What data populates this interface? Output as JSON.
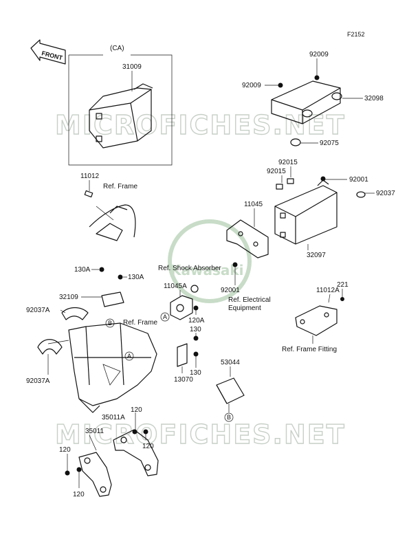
{
  "header": {
    "code": "F2152"
  },
  "badges": {
    "front": "FRONT"
  },
  "watermark": {
    "text": "MICROFICHES.NET",
    "logo_text": "Kawasaki"
  },
  "group": {
    "ca": "(CA)"
  },
  "labels": {
    "p31009": "31009",
    "p92009a": "92009",
    "p92009b": "92009",
    "p32098": "32098",
    "p92075": "92075",
    "p11012": "11012",
    "ref_frame_1": "Ref. Frame",
    "p92015a": "92015",
    "p92015b": "92015",
    "p92001a": "92001",
    "p92037": "92037",
    "p11045": "11045",
    "p32097": "32097",
    "p130Aa": "130A",
    "p130Ab": "130A",
    "ref_shock": "Ref. Shock Absorber",
    "p11045A": "11045A",
    "p92001b": "92001",
    "ref_elec_1": "Ref. Electrical",
    "ref_elec_2": "Equipment",
    "p32109": "32109",
    "p221": "221",
    "p11012A": "11012A",
    "p92037Aa": "92037A",
    "ref_frame_2": "Ref. Frame",
    "p120A": "120A",
    "p130a": "130",
    "ref_frame_fitting": "Ref. Frame Fitting",
    "p92037Ab": "92037A",
    "p53044": "53044",
    "p130b": "130",
    "p13070": "13070",
    "p120a": "120",
    "p35011A": "35011A",
    "p120b": "120",
    "p35011": "35011",
    "p120c": "120",
    "p120d": "120",
    "callout_a1": "A",
    "callout_a2": "A",
    "callout_b1": "B",
    "callout_b2": "B"
  }
}
